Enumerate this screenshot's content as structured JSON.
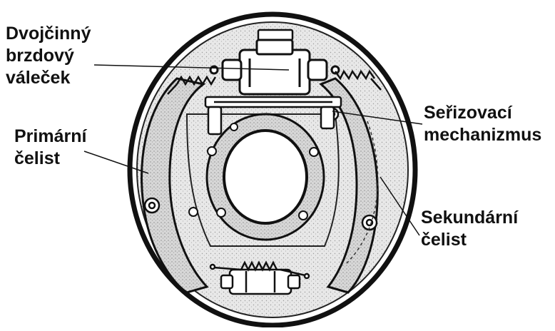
{
  "labels": {
    "wheel_cylinder": [
      "Dvojčinný",
      "brzdový",
      "váleček"
    ],
    "adjuster": [
      "Seřizovací",
      "mechanizmus"
    ],
    "primary_shoe": [
      "Primární",
      "čelist"
    ],
    "secondary_shoe": [
      "Sekundární",
      "čelist"
    ]
  }
}
